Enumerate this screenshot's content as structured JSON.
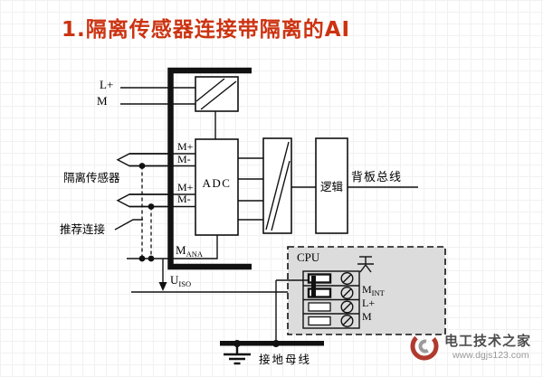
{
  "title": "1.隔离传感器连接带隔离的AI",
  "colors": {
    "title": "#cc3311",
    "line": "#111111",
    "cpu_fill": "#dcdcdc",
    "watermark_logo": "#b03a2e",
    "watermark_name": "#4d4d4d",
    "watermark_url": "#999999"
  },
  "module": {
    "power_input": {
      "l_plus": "L+",
      "m": "M"
    },
    "channels": [
      {
        "m_plus": "M+",
        "m_minus": "M-"
      },
      {
        "m_plus": "M+",
        "m_minus": "M-"
      }
    ],
    "adc": "ADC",
    "logic": "逻辑",
    "backplane_bus": "背板总线",
    "m_ana": {
      "base": "M",
      "sub": "ANA"
    }
  },
  "annotations": {
    "isolated_sensor": "隔离传感器",
    "recommended_connection": "推荐连接",
    "u_iso": {
      "base": "U",
      "sub": "ISO"
    },
    "ground_bus": "接地母线"
  },
  "cpu": {
    "title": "CPU",
    "terminals": {
      "m_int": {
        "base": "M",
        "sub": "INT"
      },
      "l_plus": "L+",
      "m": "M"
    }
  },
  "watermark": {
    "name": "电工技术之家",
    "url": "www.dgjs123.com"
  }
}
